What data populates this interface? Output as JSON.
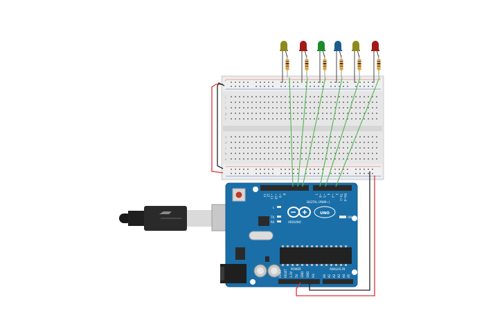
{
  "board": {
    "digital_label": "DIGITAL (PWM~)",
    "brand_label": "ARDUINO",
    "model_label": "UNO",
    "power_label": "POWER",
    "analog_label": "ANALOG IN",
    "led_l": "L",
    "led_tx": "TX",
    "led_rx": "RX",
    "on_label": "ON",
    "aref": "AREF",
    "gnd": "GND",
    "digital_pins": [
      "13",
      "12",
      "~11",
      "~10",
      "~9",
      "8",
      "7",
      "~6",
      "~5",
      "4",
      "~3",
      "2",
      "TX→1",
      "RX←0"
    ],
    "power_pins": [
      "IOREF",
      "RESET",
      "3.3V",
      "5V",
      "GND",
      "GND",
      "Vin"
    ],
    "analog_pins": [
      "A0",
      "A1",
      "A2",
      "A3",
      "A4",
      "A5"
    ]
  },
  "breadboard": {
    "row_letters_top": [
      "j",
      "i",
      "h",
      "g",
      "f"
    ],
    "row_letters_bottom": [
      "e",
      "d",
      "c",
      "b",
      "a"
    ],
    "rail_plus": "+",
    "rail_minus": "-"
  },
  "leds": [
    {
      "color": "#8c8a1c"
    },
    {
      "color": "#a31919"
    },
    {
      "color": "#1e8a2c"
    },
    {
      "color": "#1a5f8c"
    },
    {
      "color": "#8c8a1c"
    },
    {
      "color": "#a31919"
    }
  ],
  "wire_colors": {
    "signal": "#5cb85c",
    "power": "#e03030",
    "ground": "#222222"
  }
}
